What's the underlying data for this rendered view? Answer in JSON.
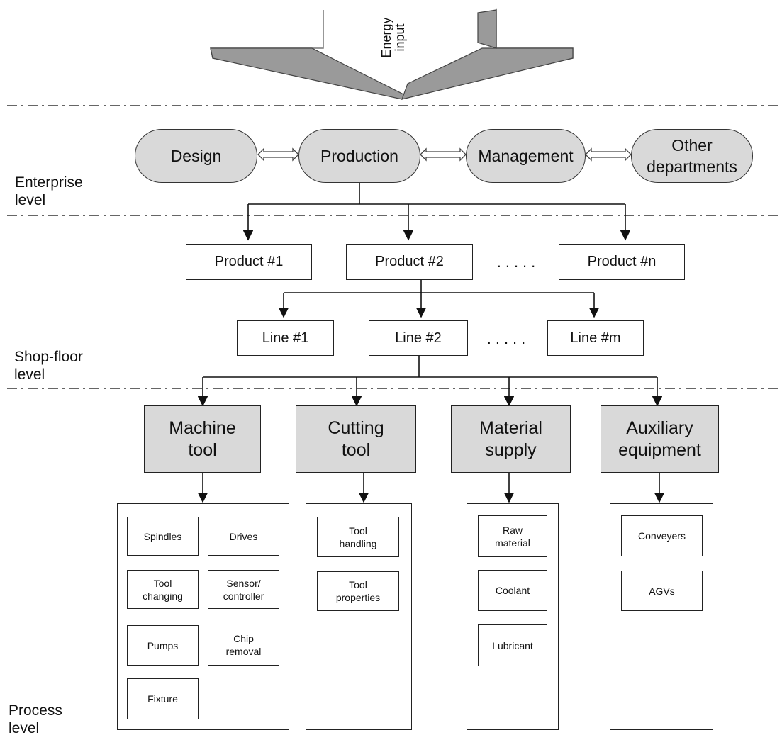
{
  "energy": {
    "label": "Energy\ninput"
  },
  "levels": {
    "enterprise": "Enterprise\nlevel",
    "shopfloor": "Shop-floor\nlevel",
    "process": "Process\nlevel"
  },
  "departments": [
    "Design",
    "Production",
    "Management",
    "Other\ndepartments"
  ],
  "products": [
    "Product #1",
    "Product #2",
    "Product #n"
  ],
  "lines": [
    "Line #1",
    "Line #2",
    "Line #m"
  ],
  "ellipsis": ".....",
  "categories": [
    {
      "name": "Machine\ntool",
      "items": [
        "Spindles",
        "Drives",
        "Tool\nchanging",
        "Sensor/\ncontroller",
        "Pumps",
        "Chip\nremoval",
        "Fixture"
      ]
    },
    {
      "name": "Cutting\ntool",
      "items": [
        "Tool\nhandling",
        "Tool\nproperties"
      ]
    },
    {
      "name": "Material\nsupply",
      "items": [
        "Raw\nmaterial",
        "Coolant",
        "Lubricant"
      ]
    },
    {
      "name": "Auxiliary\nequipment",
      "items": [
        "Conveyers",
        "AGVs"
      ]
    }
  ]
}
